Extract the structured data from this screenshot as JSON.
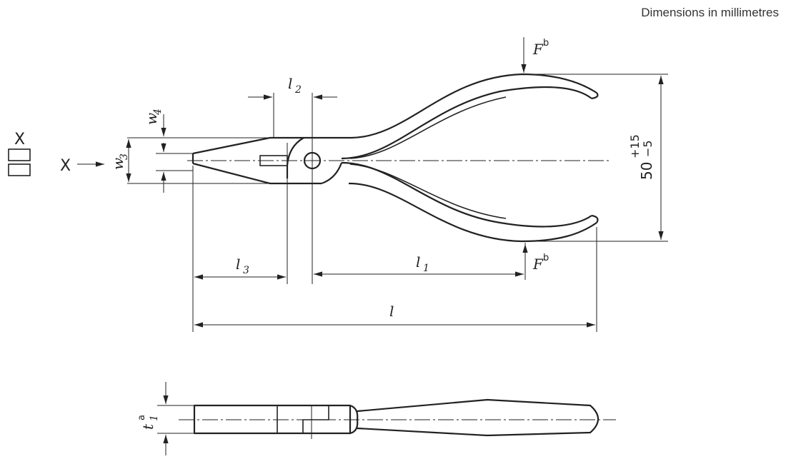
{
  "heading": "Dimensions in millimetres",
  "view_marker": {
    "letter": "X",
    "symbol_letter": "X"
  },
  "dimensions": {
    "l": {
      "letter": "l",
      "sub": ""
    },
    "l1": {
      "letter": "l",
      "sub": "1"
    },
    "l2": {
      "letter": "l",
      "sub": "2"
    },
    "l3": {
      "letter": "l",
      "sub": "3"
    },
    "w3": {
      "letter": "w",
      "sub": "3"
    },
    "w4": {
      "letter": "w",
      "sub": "4"
    },
    "t1": {
      "letter": "t",
      "sub": "1",
      "note": "a"
    },
    "opening": {
      "nominal": "50",
      "upper": "+15",
      "lower": "−5"
    }
  },
  "forces": {
    "top": {
      "letter": "F",
      "note": "b"
    },
    "bottom": {
      "letter": "F",
      "note": "b"
    }
  }
}
